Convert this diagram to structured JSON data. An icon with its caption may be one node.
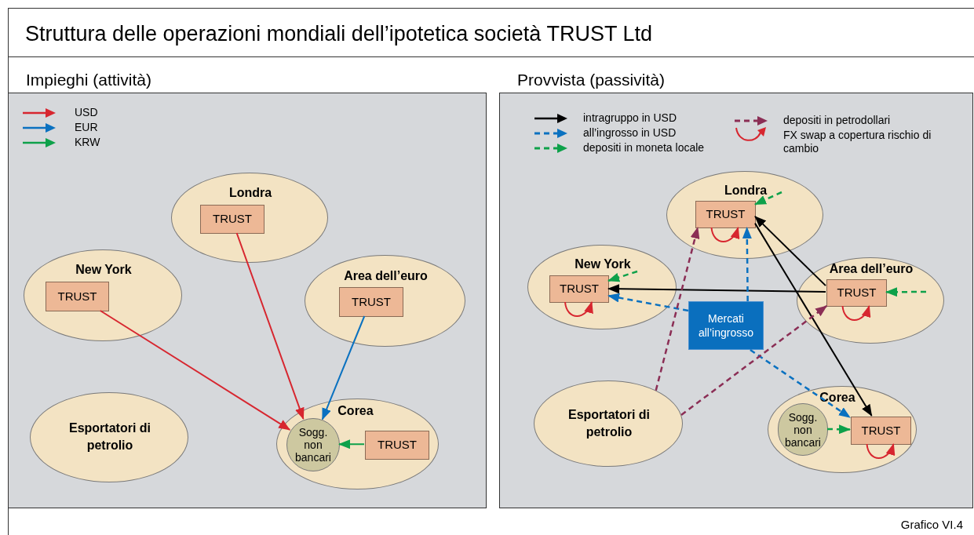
{
  "diagram": {
    "title": "Struttura delle operazioni mondiali dell’ipotetica società TRUST Ltd",
    "nodes": [
      {
        "text": [
          "Impieghi (attività)"
        ]
      },
      {
        "text": [
          "Londra"
        ],
        "in": 0
      },
      {
        "text": [
          "TRUST"
        ],
        "in": 1
      },
      {
        "text": [
          "New York"
        ],
        "in": 0
      },
      {
        "text": [
          "TRUST"
        ],
        "in": 3
      },
      {
        "text": [
          "Area dell’euro"
        ],
        "in": 0
      },
      {
        "text": [
          "TRUST"
        ],
        "in": 5
      },
      {
        "text": [
          "Esportatori di petrolio"
        ],
        "in": 0
      },
      {
        "text": [
          "Corea"
        ],
        "in": 0
      },
      {
        "text": [
          "Sogg. non bancari"
        ],
        "in": 8
      },
      {
        "text": [
          "TRUST"
        ],
        "in": 8
      },
      {
        "text": [
          "Provvista (passività)"
        ]
      },
      {
        "text": [
          "Londra"
        ],
        "in": 11
      },
      {
        "text": [
          "TRUST"
        ],
        "in": 12
      },
      {
        "text": [
          "New York"
        ],
        "in": 11
      },
      {
        "text": [
          "TRUST"
        ],
        "in": 14
      },
      {
        "text": [
          "Area dell’euro"
        ],
        "in": 11
      },
      {
        "text": [
          "TRUST"
        ],
        "in": 16
      },
      {
        "text": [
          "Mercati all’ingrosso"
        ],
        "in": 11
      },
      {
        "text": [
          "Esportatori di petrolio"
        ],
        "in": 11
      },
      {
        "text": [
          "Corea"
        ],
        "in": 11
      },
      {
        "text": [
          "Sogg. non bancari"
        ],
        "in": 20
      },
      {
        "text": [
          "TRUST"
        ],
        "in": 20
      }
    ],
    "edges": [
      {
        "from": 4,
        "to": 9,
        "arrow": "to",
        "color": "#d7262f"
      },
      {
        "from": 2,
        "to": 9,
        "arrow": "to",
        "color": "#d7262f"
      },
      {
        "from": 6,
        "to": 9,
        "arrow": "to",
        "color": "#0a71c0"
      },
      {
        "from": 10,
        "to": 9,
        "arrow": "to",
        "color": "#0ea14a"
      },
      {
        "from": 17,
        "to": 13,
        "arrow": "to",
        "color": "#000000"
      },
      {
        "from": 13,
        "to": 22,
        "arrow": "to",
        "color": "#000000"
      },
      {
        "from": 17,
        "to": 15,
        "arrow": "to",
        "color": "#000000"
      },
      {
        "from": 18,
        "to": 13,
        "arrow": "to",
        "style": "dashed",
        "color": "#0a71c0"
      },
      {
        "from": 18,
        "to": 15,
        "arrow": "to",
        "style": "dashed",
        "color": "#0a71c0"
      },
      {
        "from": 18,
        "to": 22,
        "arrow": "to",
        "style": "dashed",
        "color": "#0a71c0"
      },
      {
        "from": null,
        "to": 13,
        "arrow": "to",
        "style": "dashed",
        "color": "#0ea14a"
      },
      {
        "from": null,
        "to": 15,
        "arrow": "to",
        "style": "dashed",
        "color": "#0ea14a"
      },
      {
        "from": null,
        "to": 17,
        "arrow": "to",
        "style": "dashed",
        "color": "#0ea14a"
      },
      {
        "from": 21,
        "to": 22,
        "arrow": "to",
        "style": "dashed",
        "color": "#0ea14a"
      },
      {
        "from": 19,
        "to": 13,
        "arrow": "to",
        "style": "dashed",
        "color": "#8b2e55"
      },
      {
        "from": 19,
        "to": 17,
        "arrow": "to",
        "style": "dashed",
        "color": "#8b2e55"
      },
      {
        "from": 13,
        "to": 13,
        "arrow": "to",
        "color": "#d7262f"
      },
      {
        "from": 15,
        "to": 15,
        "arrow": "to",
        "color": "#d7262f"
      },
      {
        "from": 17,
        "to": 17,
        "arrow": "to",
        "color": "#d7262f"
      },
      {
        "from": 22,
        "to": 22,
        "arrow": "to",
        "color": "#d7262f"
      }
    ],
    "labels": [
      "Grafico VI.4"
    ],
    "legend": [
      {
        "text": "USD"
      },
      {
        "text": "EUR"
      },
      {
        "text": "KRW"
      },
      {
        "text": "intragruppo in USD"
      },
      {
        "text": "all’ingrosso in USD"
      },
      {
        "text": "depositi in moneta locale"
      },
      {
        "text": "depositi in petrodollari"
      },
      {
        "text": "FX swap a copertura rischio di cambio"
      }
    ]
  }
}
